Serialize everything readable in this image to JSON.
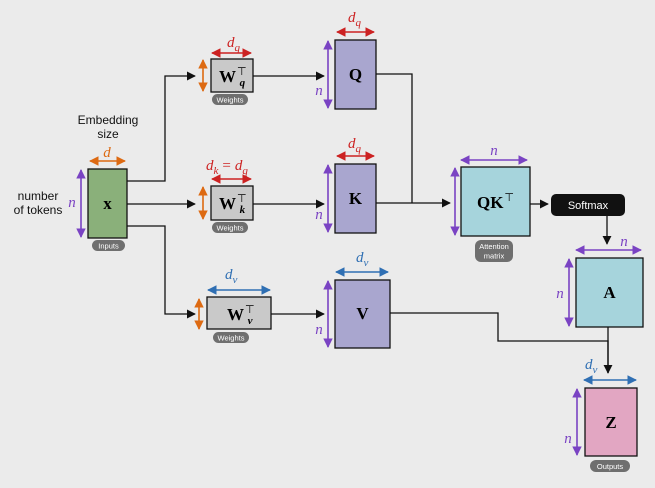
{
  "labels": {
    "embedding_size_line1": "Embedding",
    "embedding_size_line2": "size",
    "num_tokens_line1": "number",
    "num_tokens_line2": "of tokens"
  },
  "dims": {
    "d": "d",
    "n": "n",
    "dq_base": "d",
    "dq_sub": "q",
    "dk_base": "d",
    "dk_sub": "k",
    "dv_base": "d",
    "dv_sub": "v",
    "equals": "="
  },
  "boxes": {
    "x": "x",
    "wq_base": "W",
    "wq_sup": "⊤",
    "wq_sub": "q",
    "wk_base": "W",
    "wk_sup": "⊤",
    "wk_sub": "k",
    "wv_base": "W",
    "wv_sup": "⊤",
    "wv_sub": "v",
    "q": "Q",
    "k": "K",
    "v": "V",
    "qk_base": "QK",
    "qk_sup": "⊤",
    "softmax": "Softmax",
    "a": "A",
    "z": "Z"
  },
  "tags": {
    "inputs": "Inputs",
    "weights_q": "Weights",
    "weights_k": "Weights",
    "weights_v": "Weights",
    "attention_line1": "Attention",
    "attention_line2": "matrix",
    "outputs": "Outputs"
  },
  "colors": {
    "x_fill": "#8ab07a",
    "weight_fill": "#c9c9c9",
    "qkv_fill": "#a9a6cf",
    "attention_fill": "#a6d4dc",
    "output_fill": "#e2a6c2",
    "purple_dim": "#7a43c3",
    "orange_dim": "#dd6a12",
    "red_dim": "#cc2222",
    "blue_dim": "#2f6fb3",
    "tag_fill": "#6f6f6f",
    "softmax_fill": "#111111"
  }
}
